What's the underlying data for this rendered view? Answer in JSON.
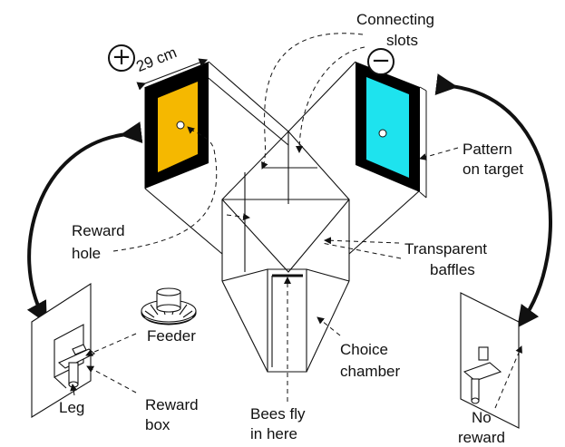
{
  "labels": {
    "connecting": "Connecting",
    "slots": "slots",
    "width": "29 cm",
    "pattern": "Pattern",
    "on_target": "on target",
    "reward": "Reward",
    "hole": "hole",
    "transparent": "Transparent",
    "baffles": "baffles",
    "feeder": "Feeder",
    "choice": "Choice",
    "chamber": "chamber",
    "leg": "Leg",
    "reward_box_1": "Reward",
    "reward_box_2": "box",
    "bees_1": "Bees fly",
    "bees_2": "in here",
    "no": "No",
    "no_reward": "reward"
  },
  "signs": {
    "plus": "+",
    "minus": "−"
  },
  "colors": {
    "positive_target": "#f5b800",
    "negative_target": "#1ee3ee",
    "frame": "#000000",
    "line": "#111111"
  }
}
